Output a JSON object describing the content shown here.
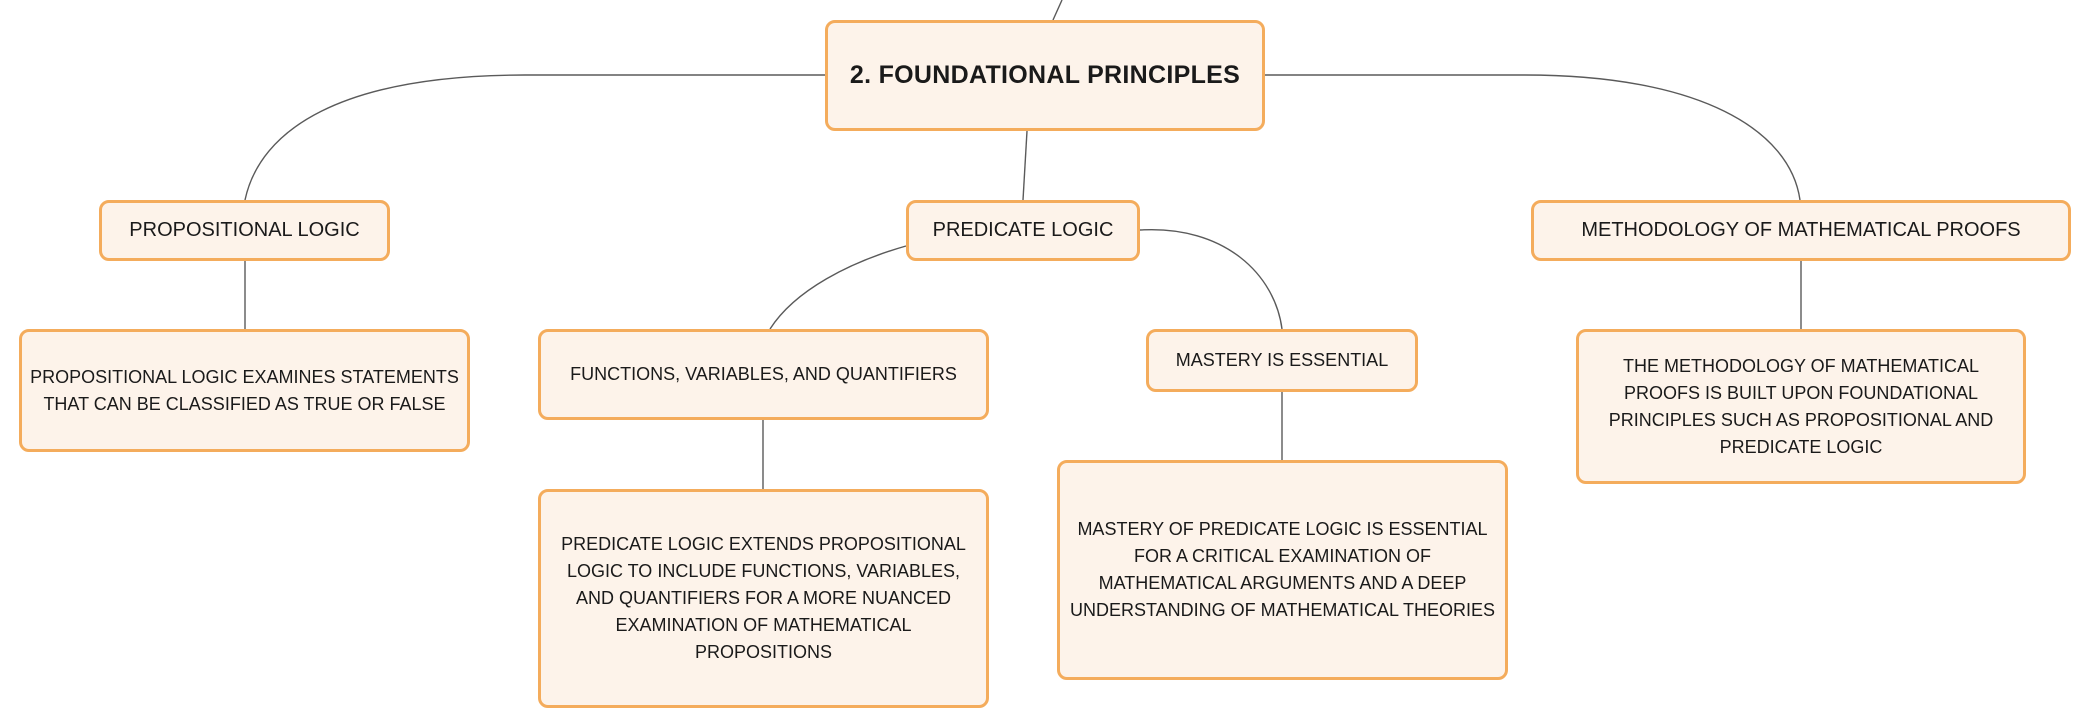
{
  "diagram": {
    "root": {
      "label": "2. FOUNDATIONAL PRINCIPLES"
    },
    "branches": {
      "propositional": {
        "label": "PROPOSITIONAL LOGIC",
        "detail": "PROPOSITIONAL LOGIC EXAMINES STATEMENTS THAT CAN BE CLASSIFIED AS TRUE OR FALSE"
      },
      "predicate": {
        "label": "PREDICATE LOGIC",
        "functions": {
          "label": "FUNCTIONS, VARIABLES, AND QUANTIFIERS",
          "detail": "PREDICATE LOGIC EXTENDS PROPOSITIONAL LOGIC TO INCLUDE FUNCTIONS, VARIABLES, AND QUANTIFIERS FOR A MORE NUANCED EXAMINATION OF MATHEMATICAL PROPOSITIONS"
        },
        "mastery": {
          "label": "MASTERY IS ESSENTIAL",
          "detail": "MASTERY OF PREDICATE LOGIC IS ESSENTIAL FOR A CRITICAL EXAMINATION OF MATHEMATICAL ARGUMENTS AND A DEEP UNDERSTANDING OF MATHEMATICAL THEORIES"
        }
      },
      "methodology": {
        "label": "METHODOLOGY OF MATHEMATICAL PROOFS",
        "detail": "THE METHODOLOGY OF MATHEMATICAL PROOFS IS BUILT UPON FOUNDATIONAL PRINCIPLES SUCH AS PROPOSITIONAL AND PREDICATE LOGIC"
      }
    },
    "colors": {
      "node_fill": "#fdf3ea",
      "node_border": "#f4ac5c",
      "connector": "#5a5a5a"
    }
  }
}
